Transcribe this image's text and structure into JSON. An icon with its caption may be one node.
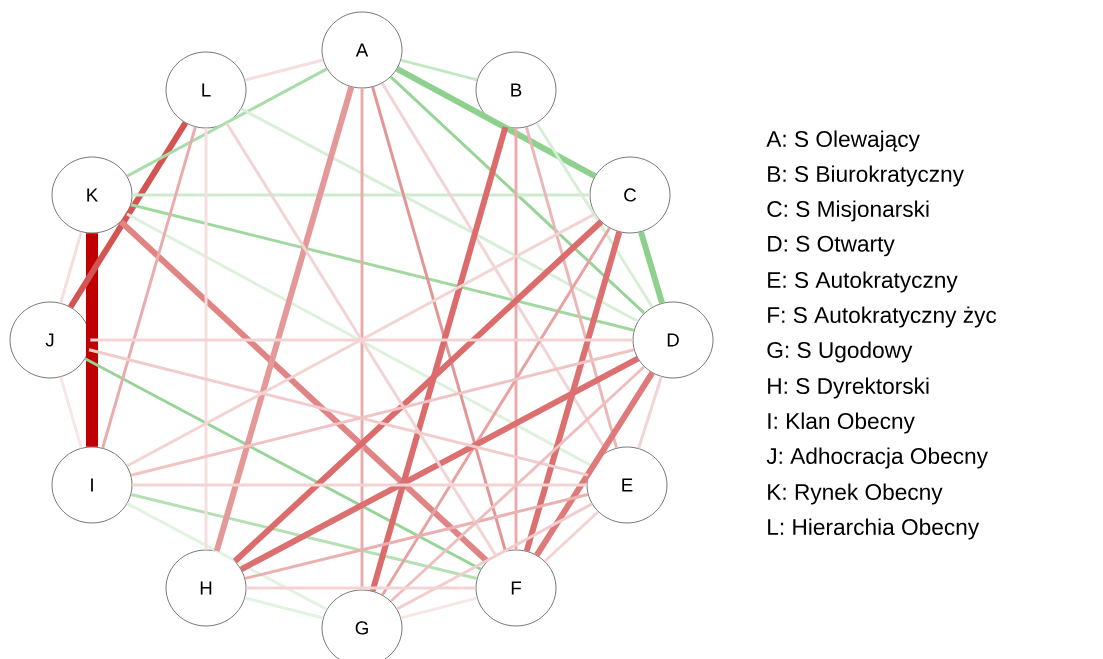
{
  "diagram": {
    "nodes": [
      {
        "text": [
          "A"
        ]
      },
      {
        "text": [
          "B"
        ]
      },
      {
        "text": [
          "C"
        ]
      },
      {
        "text": [
          "D"
        ]
      },
      {
        "text": [
          "E"
        ]
      },
      {
        "text": [
          "F"
        ]
      },
      {
        "text": [
          "G"
        ]
      },
      {
        "text": [
          "H"
        ]
      },
      {
        "text": [
          "I"
        ]
      },
      {
        "text": [
          "J"
        ]
      },
      {
        "text": [
          "K"
        ]
      },
      {
        "text": [
          "L"
        ]
      }
    ],
    "edges": [
      {
        "from": 10,
        "to": 8,
        "arrow": "none",
        "style": "thick",
        "color": "#c00000"
      },
      {
        "from": 11,
        "to": 9,
        "arrow": "none",
        "style": "thick",
        "color": "#d45454"
      },
      {
        "from": 0,
        "to": 10,
        "arrow": "none",
        "color": "#a8dca8"
      },
      {
        "from": 0,
        "to": 2,
        "arrow": "none",
        "style": "thick",
        "color": "#8ed08e"
      },
      {
        "from": 0,
        "to": 1,
        "arrow": "none",
        "color": "#c4e8c4"
      },
      {
        "from": 0,
        "to": 3,
        "arrow": "none",
        "color": "#98d498"
      },
      {
        "from": 2,
        "to": 3,
        "arrow": "none",
        "style": "thick",
        "color": "#8ed08e"
      },
      {
        "from": 10,
        "to": 3,
        "arrow": "none",
        "color": "#a0d8a0"
      },
      {
        "from": 10,
        "to": 2,
        "arrow": "none",
        "color": "#cdeccd"
      },
      {
        "from": 9,
        "to": 5,
        "arrow": "none",
        "color": "#98d498"
      },
      {
        "from": 8,
        "to": 5,
        "arrow": "none",
        "color": "#b4e0b4"
      },
      {
        "from": 7,
        "to": 6,
        "arrow": "none",
        "color": "#e2f3e2"
      },
      {
        "from": 8,
        "to": 6,
        "arrow": "none",
        "color": "#e2f3e2"
      },
      {
        "from": 10,
        "to": 4,
        "arrow": "none",
        "color": "#ddf1dd"
      },
      {
        "from": 1,
        "to": 3,
        "arrow": "none",
        "color": "#d6efd6"
      },
      {
        "from": 11,
        "to": 3,
        "arrow": "none",
        "color": "#d6efd6"
      },
      {
        "from": 10,
        "to": 5,
        "arrow": "none",
        "style": "thick",
        "color": "#e08484"
      },
      {
        "from": 0,
        "to": 6,
        "arrow": "none",
        "color": "#eaabab"
      },
      {
        "from": 0,
        "to": 7,
        "arrow": "none",
        "style": "thick",
        "color": "#e49898"
      },
      {
        "from": 0,
        "to": 5,
        "arrow": "none",
        "color": "#e39595"
      },
      {
        "from": 0,
        "to": 4,
        "arrow": "none",
        "color": "#f3d3d3"
      },
      {
        "from": 1,
        "to": 6,
        "arrow": "none",
        "style": "thick",
        "color": "#dc6b6b"
      },
      {
        "from": 1,
        "to": 5,
        "arrow": "none",
        "color": "#eaabab"
      },
      {
        "from": 1,
        "to": 4,
        "arrow": "none",
        "color": "#ecb6b6"
      },
      {
        "from": 2,
        "to": 7,
        "arrow": "none",
        "style": "thick",
        "color": "#dc6b6b"
      },
      {
        "from": 2,
        "to": 6,
        "arrow": "none",
        "color": "#e8a2a2"
      },
      {
        "from": 2,
        "to": 5,
        "arrow": "none",
        "style": "thick",
        "color": "#dc7070"
      },
      {
        "from": 3,
        "to": 7,
        "arrow": "none",
        "style": "thick",
        "color": "#dc6f6f"
      },
      {
        "from": 3,
        "to": 5,
        "arrow": "none",
        "style": "thick",
        "color": "#de7a7a"
      },
      {
        "from": 4,
        "to": 7,
        "arrow": "none",
        "color": "#ebb0b0"
      },
      {
        "from": 11,
        "to": 8,
        "arrow": "none",
        "color": "#eaabab"
      },
      {
        "from": 11,
        "to": 7,
        "arrow": "none",
        "color": "#f6dede"
      },
      {
        "from": 11,
        "to": 5,
        "arrow": "none",
        "color": "#f3d3d3"
      },
      {
        "from": 11,
        "to": 0,
        "arrow": "none",
        "color": "#f6dede"
      },
      {
        "from": 10,
        "to": 9,
        "arrow": "none",
        "color": "#f6dede"
      },
      {
        "from": 9,
        "to": 8,
        "arrow": "none",
        "color": "#f8e6e6"
      },
      {
        "from": 9,
        "to": 3,
        "arrow": "none",
        "color": "#f3d3d3"
      },
      {
        "from": 9,
        "to": 4,
        "arrow": "none",
        "color": "#f2cccc"
      },
      {
        "from": 8,
        "to": 4,
        "arrow": "none",
        "color": "#f3d3d3"
      },
      {
        "from": 8,
        "to": 3,
        "arrow": "none",
        "color": "#f0c4c4"
      },
      {
        "from": 8,
        "to": 2,
        "arrow": "none",
        "color": "#f3d3d3"
      },
      {
        "from": 6,
        "to": 3,
        "arrow": "none",
        "color": "#efbfbf"
      },
      {
        "from": 6,
        "to": 4,
        "arrow": "none",
        "color": "#f2cccc"
      },
      {
        "from": 6,
        "to": 5,
        "arrow": "none",
        "color": "#f8e6e6"
      },
      {
        "from": 5,
        "to": 4,
        "arrow": "none",
        "color": "#f3d3d3"
      },
      {
        "from": 4,
        "to": 3,
        "arrow": "none",
        "color": "#f3d3d3"
      },
      {
        "from": 7,
        "to": 5,
        "arrow": "none",
        "color": "#f3d3d3"
      }
    ],
    "labels": [
      "A: S Olewający",
      "B: S Biurokratyczny",
      "C: S Misjonarski",
      "D: S Otwarty",
      "E: S Autokratyczny",
      "F: S Autokratyczny życ",
      "G: S Ugodowy",
      "H: S Dyrektorski",
      "I: Klan Obecny",
      "J: Adhocracja Obecny",
      "K: Rynek Obecny",
      "L: Hierarchia Obecny"
    ]
  }
}
